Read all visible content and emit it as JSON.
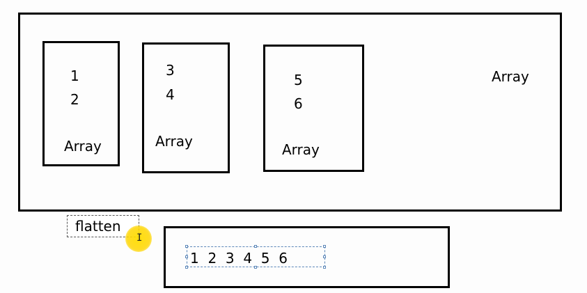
{
  "outer": {
    "label": "Array"
  },
  "arrays": [
    {
      "items": [
        "1",
        "2"
      ],
      "label": "Array"
    },
    {
      "items": [
        "3",
        "4"
      ],
      "label": "Array"
    },
    {
      "items": [
        "5",
        "6"
      ],
      "label": "Array"
    }
  ],
  "operation": {
    "label": "flatten"
  },
  "result": {
    "text": "1  2  3  4  5  6"
  },
  "cursor": {
    "glyph": "I",
    "highlight_color": "#ffd600"
  }
}
